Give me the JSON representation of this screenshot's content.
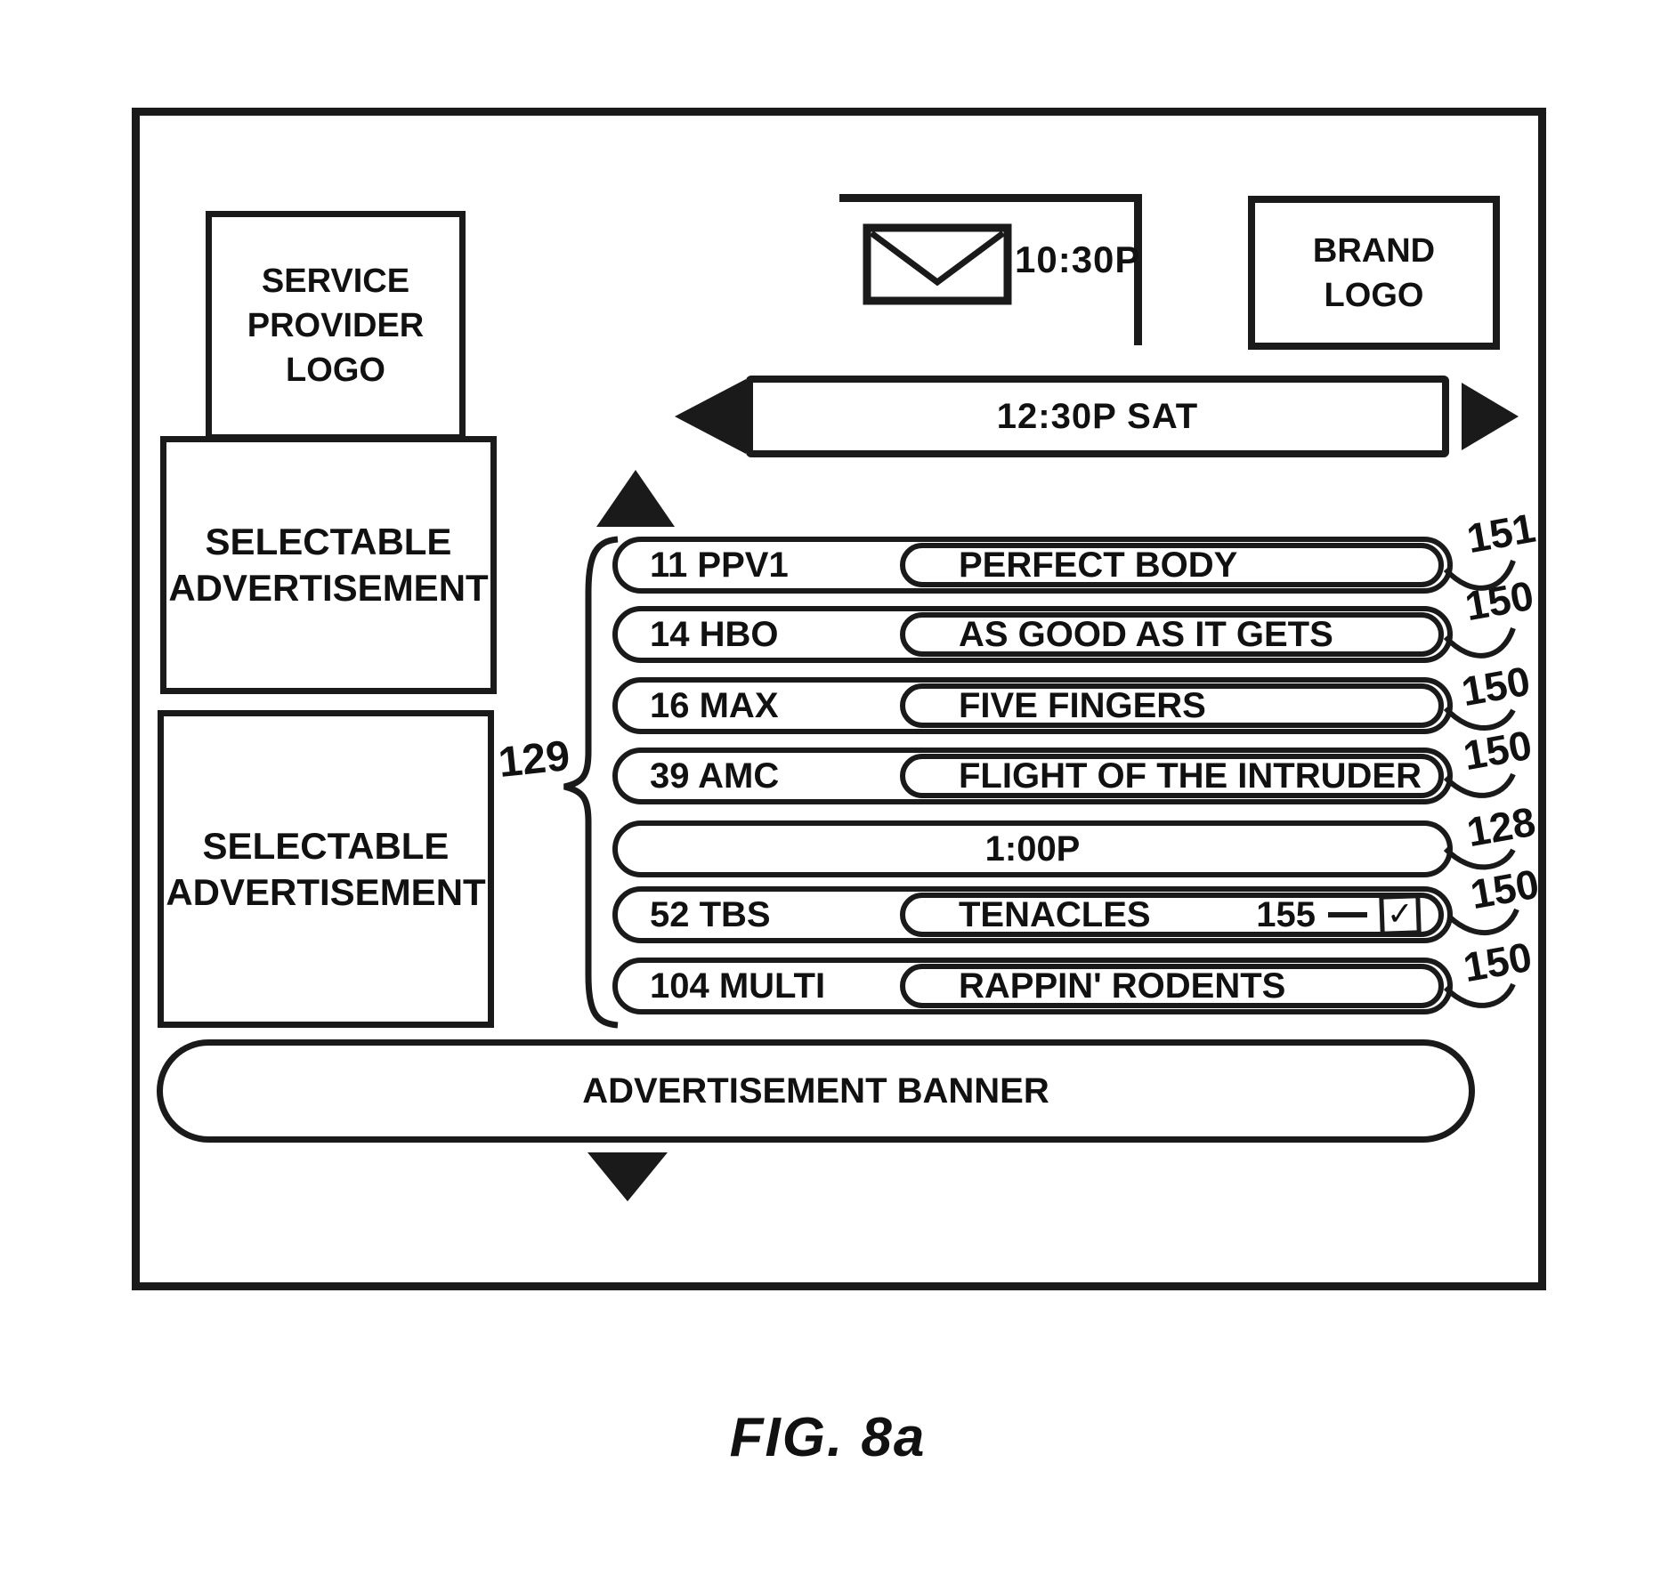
{
  "figure": {
    "caption": "FIG. 8a"
  },
  "screen": {
    "service_provider_logo": "SERVICE PROVIDER LOGO",
    "brand_logo": "BRAND LOGO",
    "status": {
      "time": "10:30P"
    },
    "time_bar": {
      "label": "12:30P SAT"
    },
    "guide": {
      "brace_ref": "129",
      "rows": [
        {
          "type": "program",
          "channel": "11 PPV1",
          "title": "PERFECT BODY",
          "ref": "151"
        },
        {
          "type": "program",
          "channel": "14 HBO",
          "title": "AS GOOD AS IT GETS",
          "ref": "150"
        },
        {
          "type": "program",
          "channel": "16 MAX",
          "title": "FIVE FINGERS",
          "ref": "150"
        },
        {
          "type": "program",
          "channel": "39 AMC",
          "title": "FLIGHT OF THE INTRUDER",
          "ref": "150"
        },
        {
          "type": "time",
          "title": "1:00P",
          "ref": "128"
        },
        {
          "type": "program",
          "channel": "52 TBS",
          "title": "TENACLES",
          "ref": "150",
          "checkbox_ref": "155",
          "checked": true
        },
        {
          "type": "program",
          "channel": "104 MULTI",
          "title": "RAPPIN' RODENTS",
          "ref": "150"
        }
      ]
    },
    "ads": {
      "selectable_1": "SELECTABLE ADVERTISEMENT",
      "selectable_2": "SELECTABLE ADVERTISEMENT",
      "banner": "ADVERTISEMENT BANNER"
    }
  },
  "icons": {
    "envelope": "envelope-icon",
    "check": "✓",
    "left_arrow": "left-triangle",
    "right_arrow": "right-triangle",
    "up_arrow": "up-triangle",
    "down_arrow": "down-triangle"
  },
  "colors": {
    "ink": "#1a1a1a",
    "paper": "#ffffff"
  }
}
